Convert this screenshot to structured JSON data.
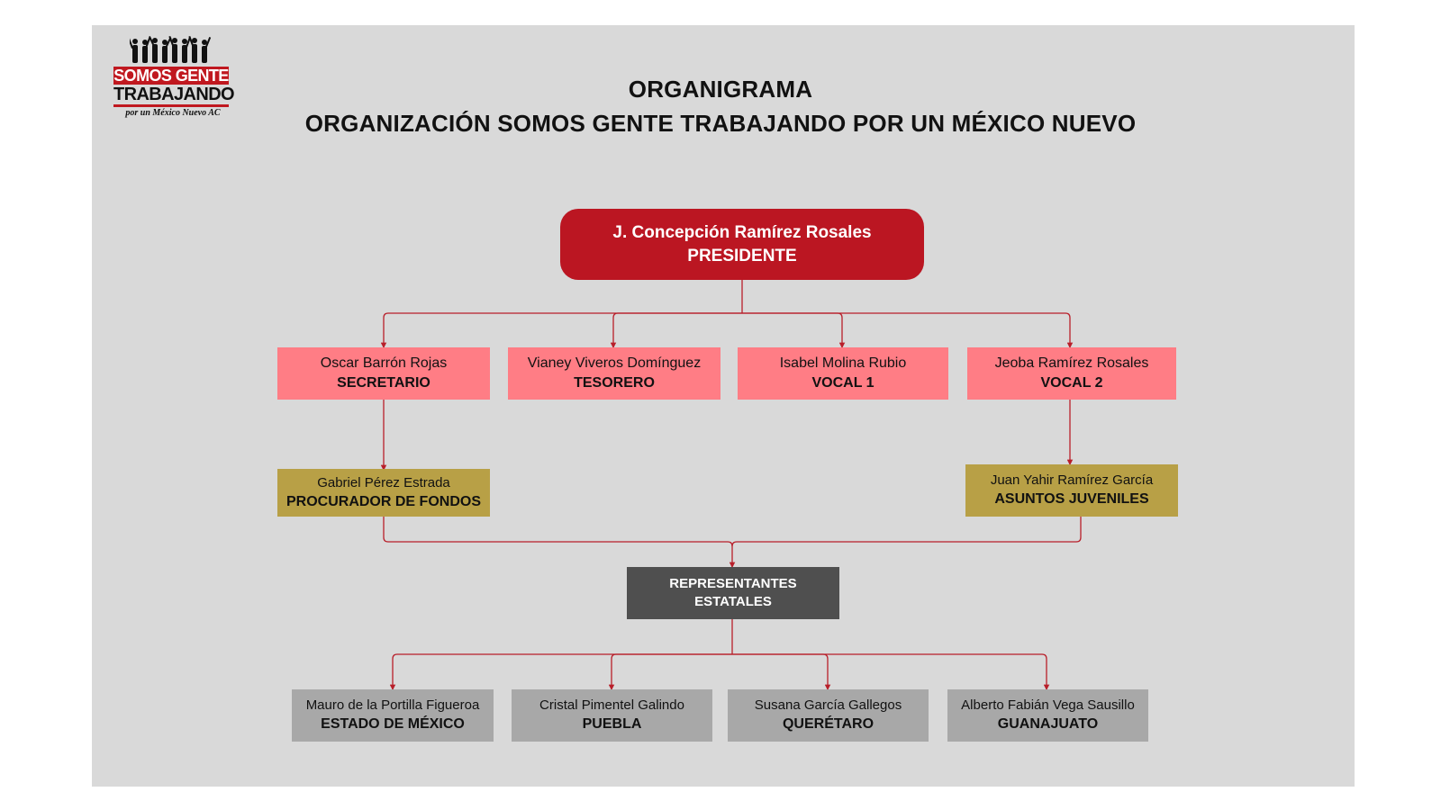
{
  "title": {
    "line1": "ORGANIGRAMA",
    "line2": "ORGANIZACIÓN SOMOS GENTE TRABAJANDO POR UN MÉXICO NUEVO"
  },
  "logo": {
    "line1": "SOMOS GENTE",
    "line2": "TRABAJANDO",
    "line3": "por un México Nuevo AC"
  },
  "colors": {
    "background": "#d9d9d9",
    "president": "#bb1622",
    "officers": "#ff7d85",
    "assistants": "#b8a046",
    "representatives": "#4f4f4f",
    "states": "#a8a8a8",
    "connector": "#b81f2a"
  },
  "president": {
    "name": "J. Concepción Ramírez Rosales",
    "role": "PRESIDENTE"
  },
  "officers": [
    {
      "name": "Oscar Barrón Rojas",
      "role": "SECRETARIO"
    },
    {
      "name": "Vianey Viveros Domínguez",
      "role": "TESORERO"
    },
    {
      "name": "Isabel Molina Rubio",
      "role": "VOCAL 1"
    },
    {
      "name": "Jeoba Ramírez Rosales",
      "role": "VOCAL 2"
    }
  ],
  "assistants": [
    {
      "name": "Gabriel Pérez Estrada",
      "role": "PROCURADOR DE FONDOS"
    },
    {
      "name": "Juan Yahir Ramírez García",
      "role": "ASUNTOS JUVENILES"
    }
  ],
  "representatives": {
    "line1": "REPRESENTANTES",
    "line2": "ESTATALES"
  },
  "states": [
    {
      "name": "Mauro de la Portilla Figueroa",
      "role": "ESTADO DE MÉXICO"
    },
    {
      "name": "Cristal Pimentel Galindo",
      "role": "PUEBLA"
    },
    {
      "name": "Susana García Gallegos",
      "role": "QUERÉTARO"
    },
    {
      "name": "Alberto Fabián Vega Sausillo",
      "role": "GUANAJUATO"
    }
  ]
}
